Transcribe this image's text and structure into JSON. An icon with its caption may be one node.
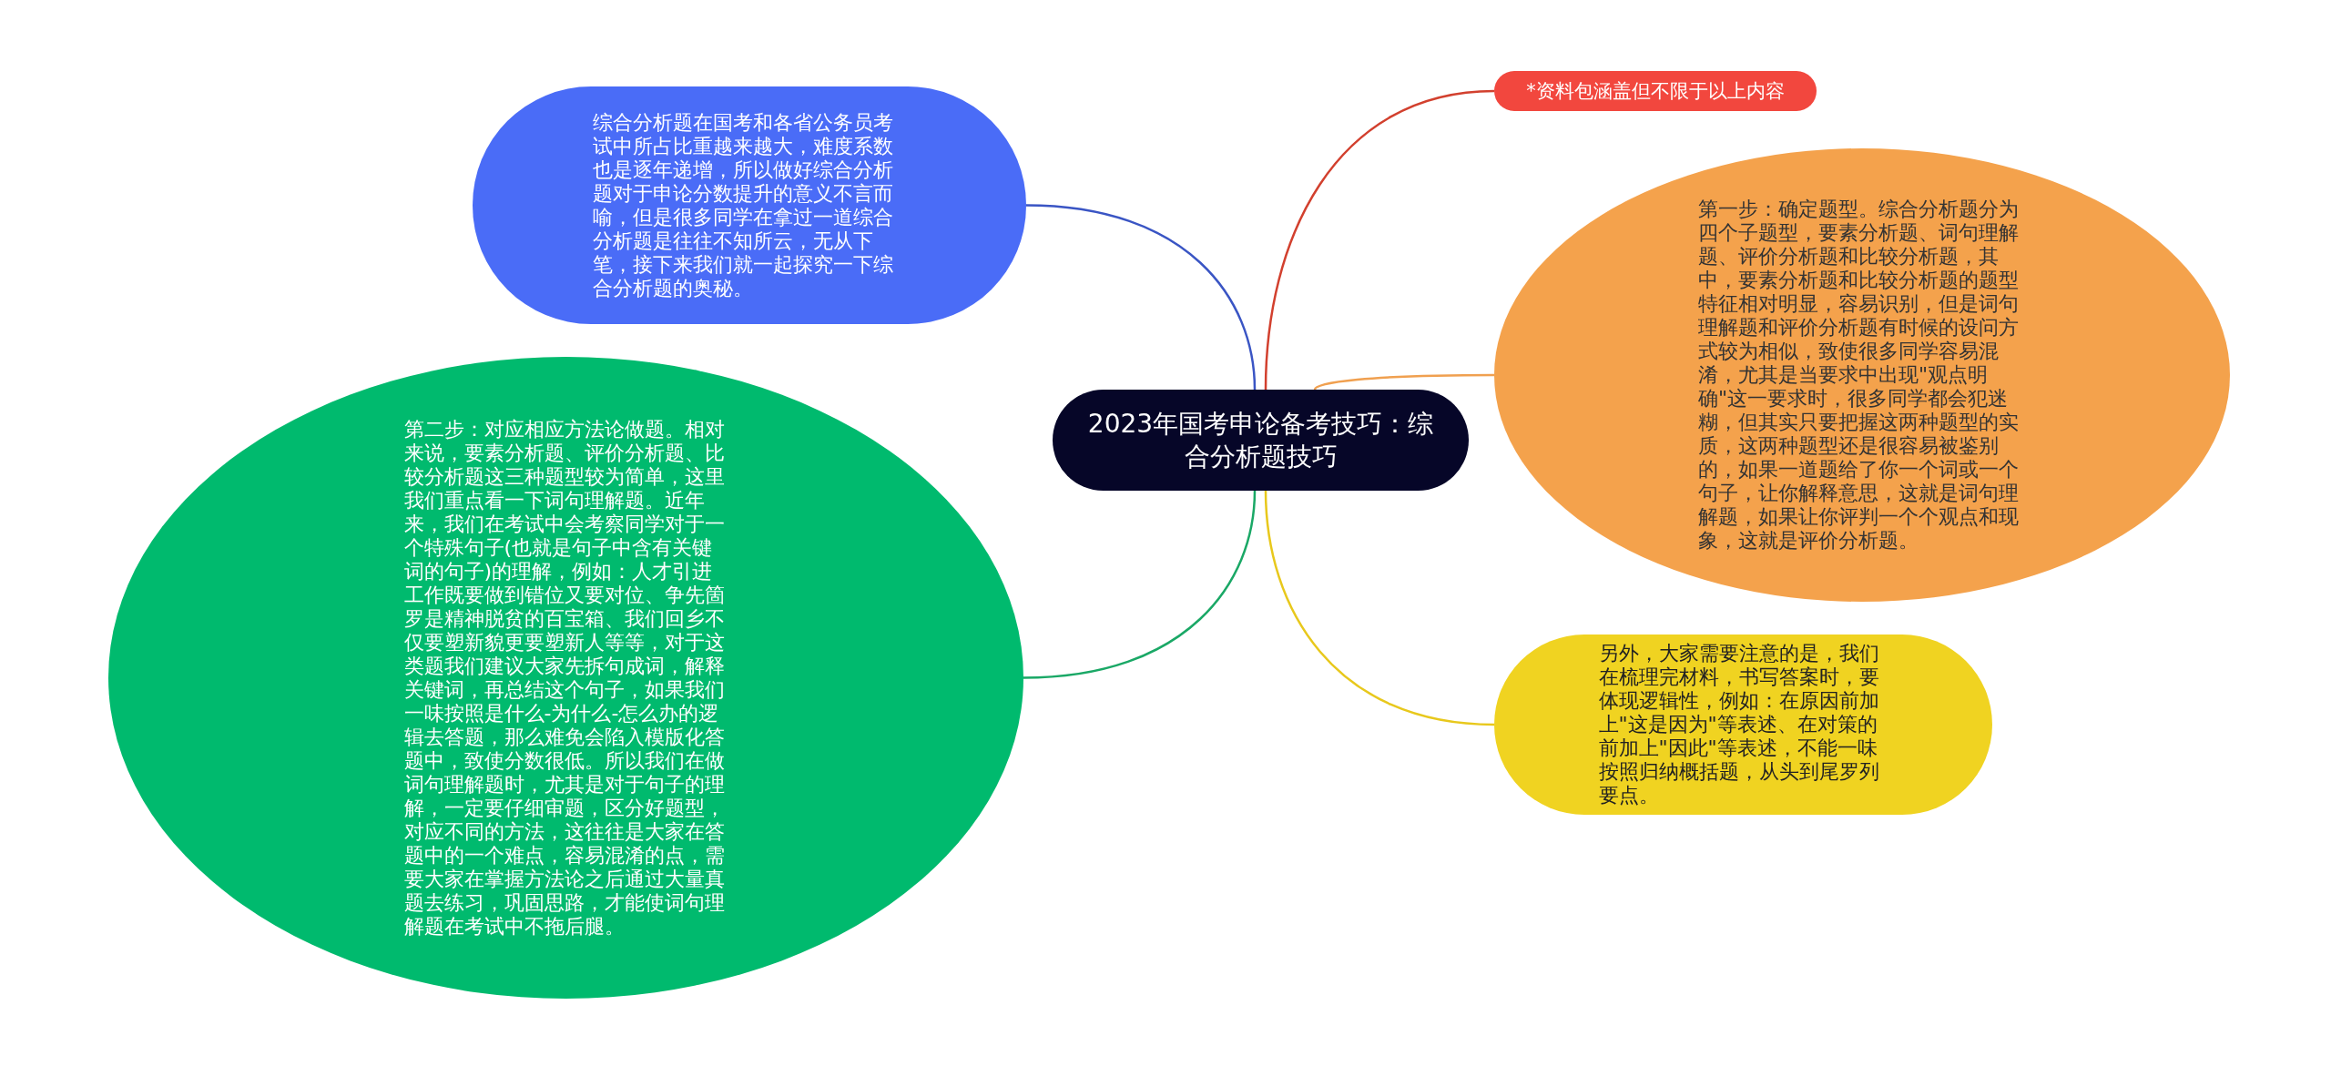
{
  "diagram": {
    "nodes": [
      {
        "text": [
          "2023年国考申论备考技巧：综合分析题技巧"
        ]
      },
      {
        "text": [
          "综合分析题在国考和各省公务员考试中所占比重越来越大，难度系数也是逐年递增，所以做好综合分析题对于申论分数提升的意义不言而喻，但是很多同学在拿过一道综合分析题是往往不知所云，无从下笔，接下来我们就一起探究一下综合分析题的奥秘。"
        ]
      },
      {
        "text": [
          "第二步：对应相应方法论做题。相对来说，要素分析题、评价分析题、比较分析题这三种题型较为简单，这里我们重点看一下词句理解题。近年来，我们在考试中会考察同学对于一个特殊句子(也就是句子中含有关键词的句子)的理解，例如：人才引进工作既要做到错位又要对位、争先箇罗是精神脱贫的百宝箱、我们回乡不仅要塑新貌更要塑新人等等，对于这类题我们建议大家先拆句成词，解释关键词，再总结这个句子，如果我们一味按照是什么-为什么-怎么办的逻辑去答题，那么难免会陷入模版化答题中，致使分数很低。所以我们在做词句理解题时，尤其是对于句子的理解，一定要仔细审题，区分好题型，对应不同的方法，这往往是大家在答题中的一个难点，容易混淆的点，需要大家在掌握方法论之后通过大量真题去练习，巩固思路，才能使词句理解题在考试中不拖后腿。"
        ]
      },
      {
        "text": [
          "*资料包涵盖但不限于以上内容"
        ]
      },
      {
        "text": [
          "第一步：确定题型。综合分析题分为四个子题型，要素分析题、词句理解题、评价分析题和比较分析题，其中，要素分析题和比较分析题的题型特征相对明显，容易识别，但是词句理解题和评价分析题有时候的设问方式较为相似，致使很多同学容易混淆，尤其是当要求中出现\"观点明确\"这一要求时，很多同学都会犯迷糊，但其实只要把握这两种题型的实质，这两种题型还是很容易被鉴别的，如果一道题给了你一个词或一个句子，让你解释意思，这就是词句理解题，如果让你评判一个个观点和现象，这就是评价分析题。"
        ]
      },
      {
        "text": [
          "另外，大家需要注意的是，我们在梳理完材料，书写答案时，要体现逻辑性，例如：在原因前加上\"这是因为\"等表述、在对策的前加上\"因此\"等表述，不能一味按照归纳概括题，从头到尾罗列要点。"
        ]
      }
    ],
    "edges": [
      {
        "from": 0,
        "to": 1,
        "arrow": "none",
        "color": "#3a55c4"
      },
      {
        "from": 0,
        "to": 2,
        "arrow": "none",
        "color": "#1aa866"
      },
      {
        "from": 0,
        "to": 3,
        "arrow": "none",
        "color": "#d2402e"
      },
      {
        "from": 0,
        "to": 4,
        "arrow": "none",
        "color": "#f0a050"
      },
      {
        "from": 0,
        "to": 5,
        "arrow": "none",
        "color": "#e8c81c"
      }
    ]
  }
}
